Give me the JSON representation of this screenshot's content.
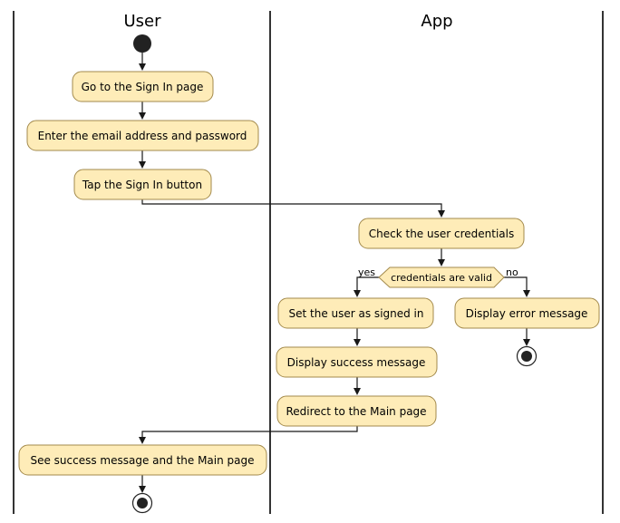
{
  "lanes": {
    "user": "User",
    "app": "App"
  },
  "activities": {
    "go_sign_in": "Go to the Sign In page",
    "enter_credentials": "Enter the email address and password",
    "tap_sign_in": "Tap the Sign In button",
    "check_credentials": "Check the user credentials",
    "set_signed_in": "Set the user as signed in",
    "display_success": "Display success message",
    "redirect_main": "Redirect to the Main page",
    "display_error": "Display error message",
    "see_success": "See success message and the Main page"
  },
  "decision": {
    "condition": "credentials are valid",
    "yes_label": "yes",
    "no_label": "no"
  },
  "colors": {
    "activity_fill": "#FEECB8",
    "activity_border": "#A38A4C",
    "line": "#181818"
  }
}
